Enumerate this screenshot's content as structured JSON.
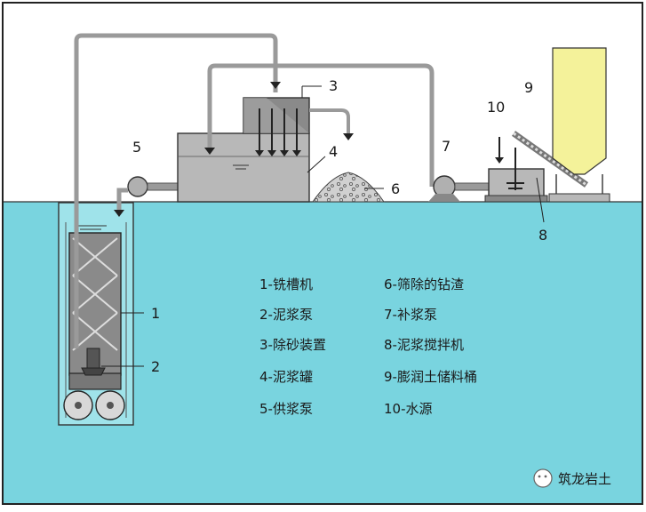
{
  "callouts": {
    "n1": "1",
    "n2": "2",
    "n3": "3",
    "n4": "4",
    "n5": "5",
    "n6": "6",
    "n7": "7",
    "n8": "8",
    "n9": "9",
    "n10": "10"
  },
  "legend": {
    "items": [
      "1-铣槽机",
      "2-泥浆泵",
      "3-除砂装置",
      "4-泥浆罐",
      "5-供浆泵",
      "6-筛除的钻渣",
      "7-补浆泵",
      "8-泥浆搅拌机",
      "9-膨润土储料桶",
      "10-水源"
    ]
  },
  "watermark": {
    "text": "筑龙岩土"
  },
  "colors": {
    "water": "#79d4df",
    "silo": "#f4f29a",
    "tank_fill": "#b8b8b8",
    "tank_dark": "#8a8a8a",
    "pipe": "#9a9a9a"
  }
}
